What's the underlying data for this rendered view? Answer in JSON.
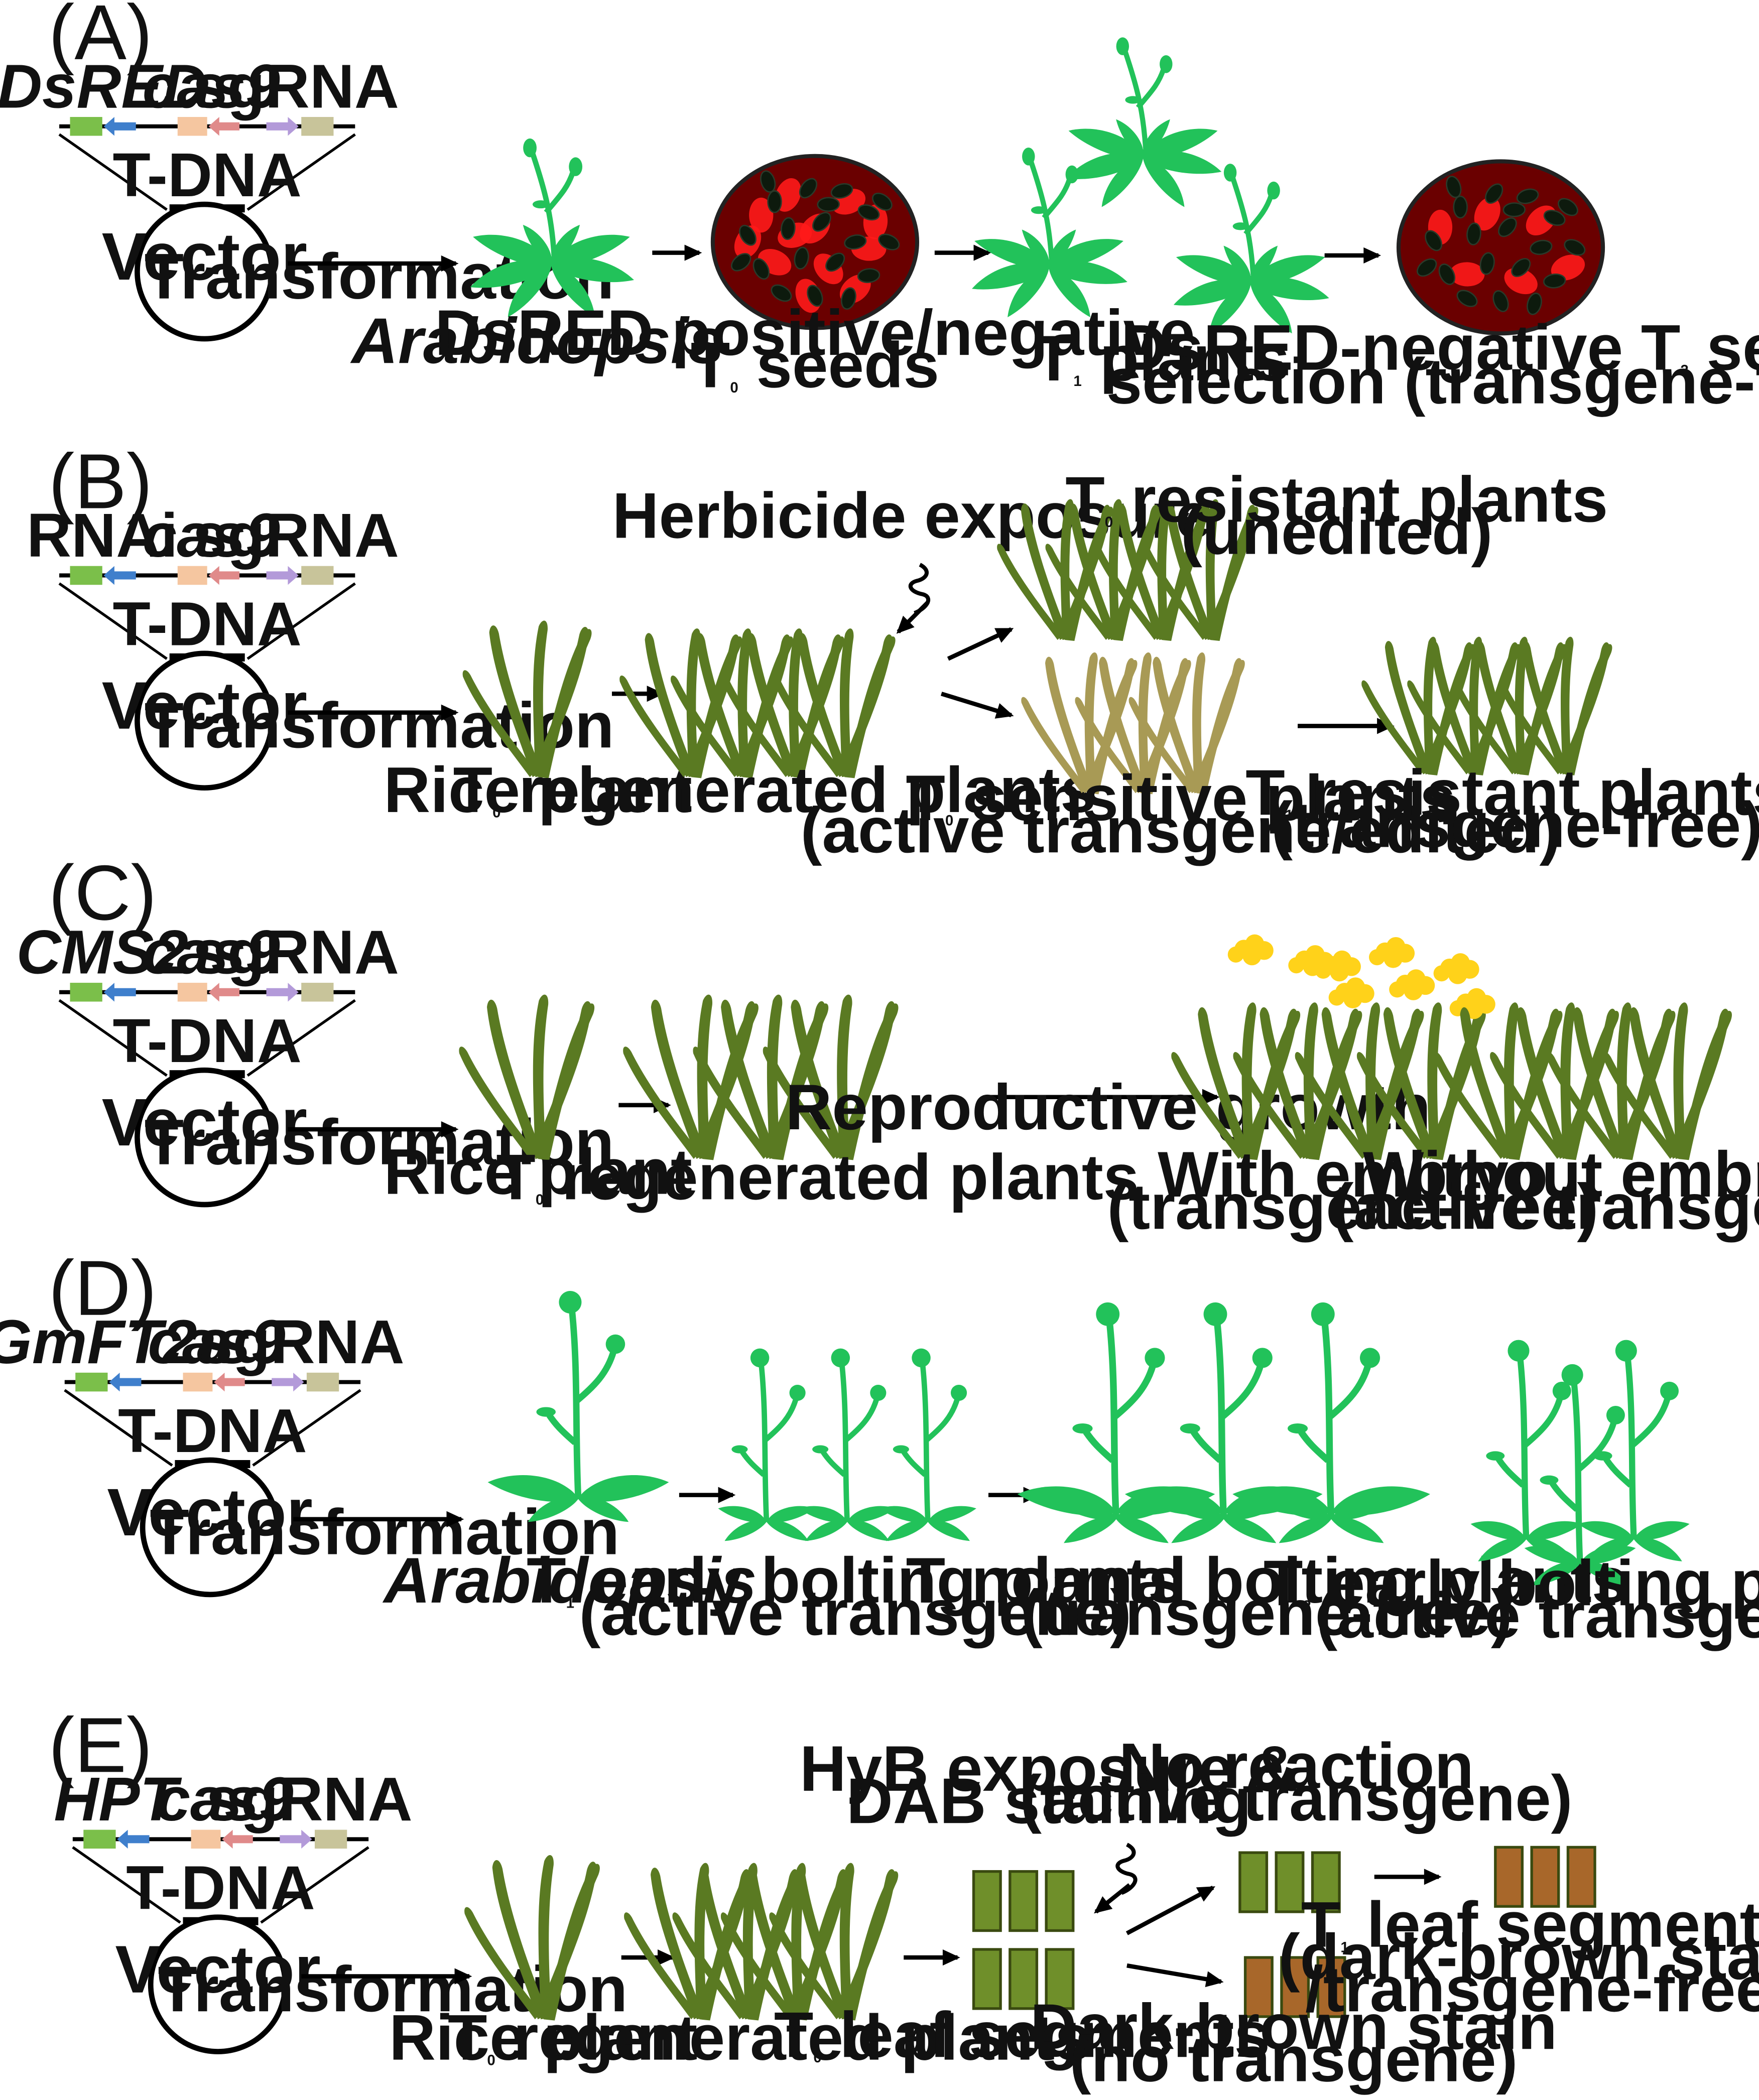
{
  "colors": {
    "arabidopsis_green": "#22c25a",
    "rice_green": "#5a7a22",
    "rice_dark": "#3f5a14",
    "rice_pale": "#a89a55",
    "seed_bg": "#6a0000",
    "seed_red": "#ff1a1a",
    "leaf_green": "#6f8f2a",
    "leaf_brown": "#a8672a",
    "flower_yellow": "#ffd21a",
    "dsred_box": "#7bbf4a",
    "arrow_blue": "#3f7fcc",
    "cas9_tan": "#f5c6a0",
    "arrow_pink": "#e08a8a",
    "arrow_lilac": "#b39ad9",
    "sgrna_box": "#c8c49a"
  },
  "panels": [
    {
      "id": "A",
      "letter": "(A)",
      "marker": "DsRED",
      "marker_italic": true,
      "cas9": "cas9",
      "sgrna": "sgRNA",
      "tdna": "T-DNA",
      "vector": "Vector",
      "transformation": "Transformation",
      "labels": {
        "plant": "Arabidopsis",
        "seeds_line1": "DsRED positive/negative",
        "seeds_line2": "T",
        "seeds_sub": "0",
        "seeds_line2b": " seeds",
        "t1_a": "T",
        "t1_sub": "1",
        "t1_b": " plants",
        "sel_line1a": "DsRED-negative T",
        "sel_sub": "2",
        "sel_line1b": " seed",
        "sel_line2": "selection (transgene-free)"
      }
    },
    {
      "id": "B",
      "letter": "(B)",
      "marker": "RNAi",
      "marker_italic": false,
      "cas9": "cas9",
      "sgrna": "sgRNA",
      "tdna": "T-DNA",
      "vector": "Vector",
      "transformation": "Transformation",
      "labels": {
        "rice": "Rice plant",
        "t0_a": "T",
        "t0_sub": "0",
        "t0_b": " regenerated plants",
        "herbicide": "Herbicide exposure",
        "res_a": "T",
        "res_sub": "0",
        "res_b": " resistant plants",
        "res_line2": "(unedited)",
        "sens_a": "T",
        "sens_sub": "0",
        "sens_b": " sensitive plants",
        "sens_line2": "(active transgene/edited)",
        "t1res_a": "T",
        "t1res_sub": "1",
        "t1res_b": " resistant plants",
        "t1res_line2": "(transgene-free)"
      }
    },
    {
      "id": "C",
      "letter": "(C)",
      "marker": "CMS2",
      "marker_italic": true,
      "cas9": "cas9",
      "sgrna": "sgRNA",
      "tdna": "T-DNA",
      "vector": "Vector",
      "transformation": "Transformation",
      "labels": {
        "rice": "Rice plant",
        "t0_a": "T",
        "t0_sub": "0",
        "t0_b": " regenerated plants",
        "repro": "Reproductive growth",
        "with_line1": "With embryo",
        "with_line2": "(transgene-free)",
        "without_line1": "Without embryo",
        "without_line2": "(active transgene)"
      }
    },
    {
      "id": "D",
      "letter": "(D)",
      "marker": "GmFT2a",
      "marker_italic": true,
      "cas9": "cas9",
      "sgrna": "sgRNA",
      "tdna": "T-DNA",
      "vector": "Vector",
      "transformation": "Transformation",
      "labels": {
        "plant": "Arabidopsis",
        "t1_a": "T",
        "t1_sub": "1",
        "t1_b": " early bolting plants",
        "t1_line2": "(active transgene)",
        "t2n_a": "T",
        "t2n_sub": "2",
        "t2n_b": " normal bolting plants",
        "t2n_line2": "(transgene-free)",
        "t2e_a": "T",
        "t2e_sub": "2",
        "t2e_b": " early bolting plants",
        "t2e_line2": "(active transgene)"
      }
    },
    {
      "id": "E",
      "letter": "(E)",
      "marker": "HPT",
      "marker_italic": true,
      "cas9": "cas9",
      "sgrna": "sgRNA",
      "tdna": "T-DNA",
      "vector": "Vector",
      "transformation": "Transformation",
      "labels": {
        "rice": "Rice plant",
        "t0_a": "T",
        "t0_sub": "0",
        "t0_b": " regenerated plants",
        "seg_a": "T",
        "seg_sub": "0",
        "seg_b": " leaf segments",
        "hyb_line1": "HyB exposure &",
        "hyb_line2": "DAB staining",
        "noreact_line1": "No reaction",
        "noreact_line2": "(active transgene)",
        "dark_line1": "Dark-brown stain",
        "dark_line2": "(no transgene)",
        "t1seg_a": "T",
        "t1seg_sub": "1",
        "t1seg_b": " leaf segments",
        "t1seg_line2": "(dark-brown stain",
        "t1seg_line3": "/transgene-free)"
      }
    }
  ]
}
